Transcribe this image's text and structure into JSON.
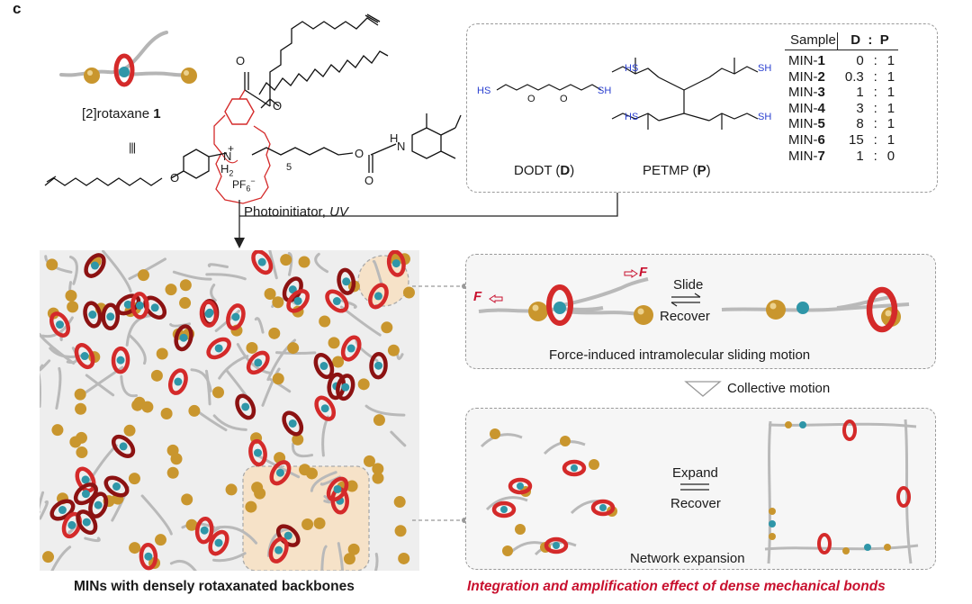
{
  "panel_letter": "c",
  "rotaxane_label": "[2]rotaxane",
  "rotaxane_number": "1",
  "equiv_symbol": "|||",
  "ammonium_label": "N",
  "h2_label": "H",
  "h2_sub": "2",
  "plus_sign": "+",
  "pf6_label": "PF",
  "pf6_sub": "6",
  "pf6_sup": "−",
  "chain_subscript": "5",
  "o_atom": "O",
  "h_atom": "H",
  "n_atom": "N",
  "sh_label": "SH",
  "hs_label": "HS",
  "dodt_label": "DODT (",
  "dodt_bold": "D",
  "petmp_label": "PETMP (",
  "petmp_bold": "P",
  "close_paren": ")",
  "table": {
    "col_sample": "Sample",
    "col_d": "D",
    "colon": ":",
    "col_p": "P",
    "rows": [
      {
        "prefix": "MIN-",
        "num": "1",
        "d": "0",
        "p": "1"
      },
      {
        "prefix": "MIN-",
        "num": "2",
        "d": "0.3",
        "p": "1"
      },
      {
        "prefix": "MIN-",
        "num": "3",
        "d": "1",
        "p": "1"
      },
      {
        "prefix": "MIN-",
        "num": "4",
        "d": "3",
        "p": "1"
      },
      {
        "prefix": "MIN-",
        "num": "5",
        "d": "8",
        "p": "1"
      },
      {
        "prefix": "MIN-",
        "num": "6",
        "d": "15",
        "p": "1"
      },
      {
        "prefix": "MIN-",
        "num": "7",
        "d": "1",
        "p": "0"
      }
    ]
  },
  "photo_label": "Photoinitiator, ",
  "photo_uv": "UV",
  "force_f": "F",
  "slide_label": "Slide",
  "recover_label": "Recover",
  "sliding_caption": "Force-induced intramolecular sliding motion",
  "collective_label": "Collective motion",
  "expand_label": "Expand",
  "recover2_label": "Recover",
  "network_caption": "Network expansion",
  "min_caption": "MINs with densely rotaxanated backbones",
  "integration_caption": "Integration and amplification effect of dense mechanical bonds",
  "colors": {
    "ring": "#d42a2a",
    "ring_dark": "#8c1212",
    "gold": "#c9962e",
    "teal": "#2f96a8",
    "chain": "#b9b9b9",
    "red_text": "#c8102e",
    "blue_hs": "#2a3fd0"
  }
}
